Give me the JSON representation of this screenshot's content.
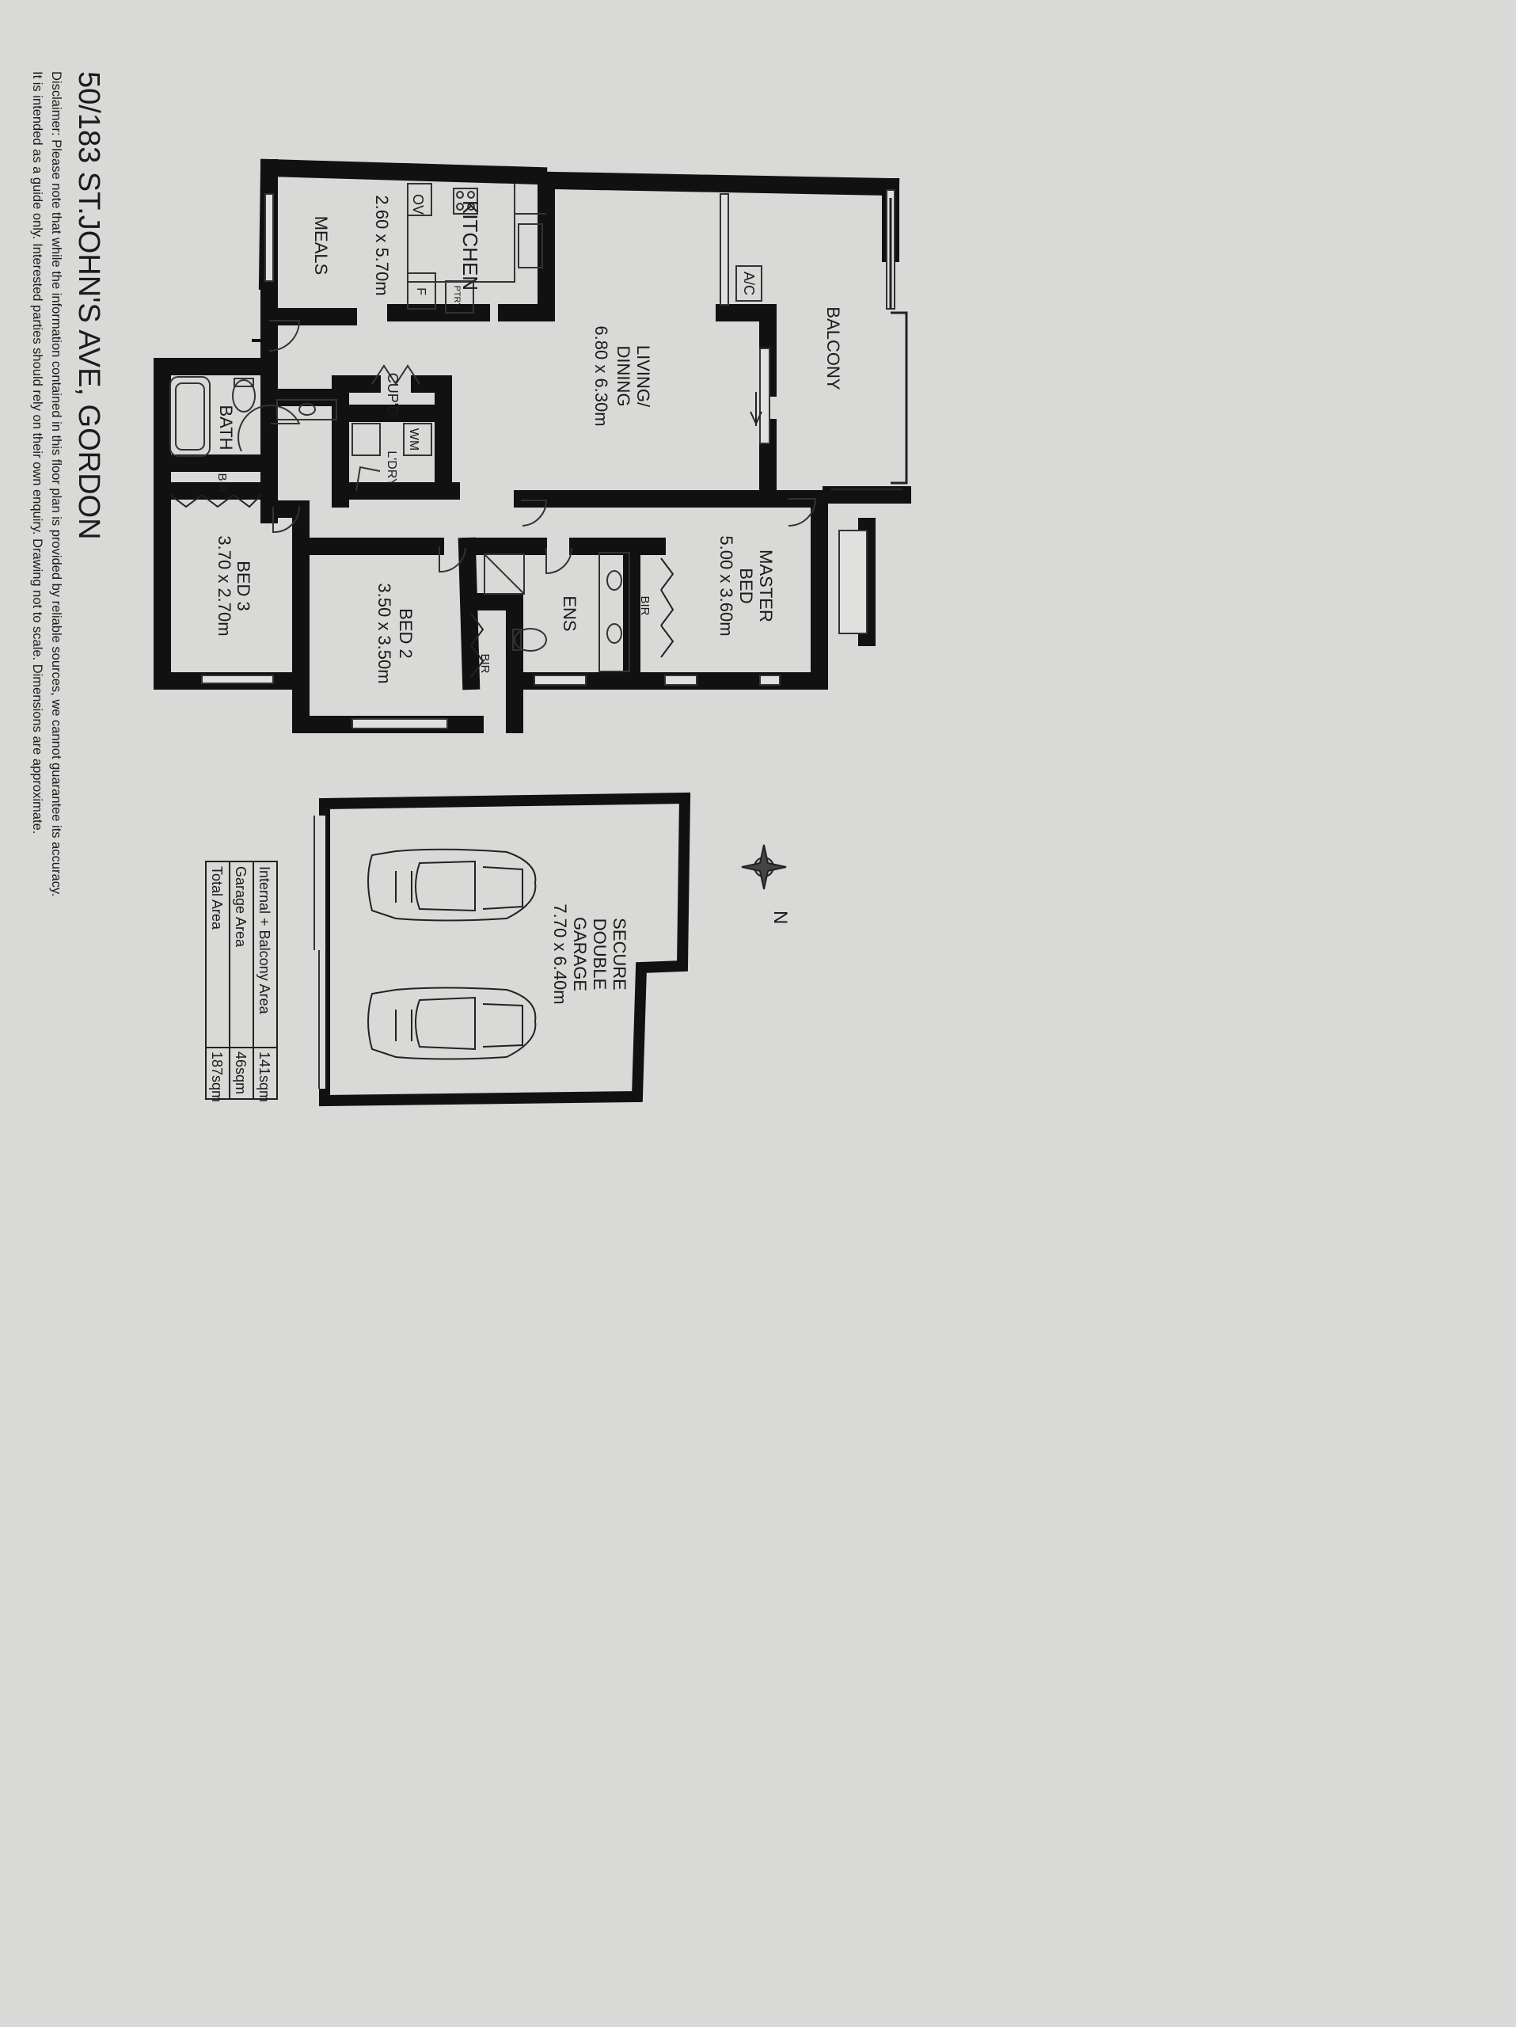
{
  "title": "50/183 ST.JOHN'S AVE, GORDON",
  "disclaimer": {
    "line1": "Disclaimer: Please note that while the information contained in this floor plan is provided by reliable sources, we cannot guarantee its accuracy.",
    "line2": "It is intended as a guide only. Interested parties should rely on their own enquiry. Drawing not to scale. Dimensions are approximate."
  },
  "rooms": {
    "meals": "MEALS",
    "kitchen": {
      "name": "KITCHEN",
      "size": "2.60 x 5.70m",
      "ov": "OV",
      "f": "F",
      "ptry": "PTRY"
    },
    "living": {
      "line1": "LIVING/",
      "line2": "DINING",
      "size": "6.80 x 6.30m"
    },
    "balcony": "BALCONY",
    "ac": "A/C",
    "cupd": "CUP'D",
    "wm": "WM",
    "ldry": "L'DRY",
    "bath": "BATH",
    "bed3": {
      "name": "BED 3",
      "size": "3.70 x 2.70m",
      "bir": "BIR"
    },
    "bed2": {
      "name": "BED 2",
      "size": "3.50 x 3.50m",
      "bir": "BIR"
    },
    "ens": "ENS",
    "master": {
      "line1": "MASTER",
      "line2": "BED",
      "size": "5.00 x 3.60m",
      "bir": "BIR"
    },
    "garage": {
      "line1": "SECURE",
      "line2": "DOUBLE",
      "line3": "GARAGE",
      "size": "7.70 x 6.40m"
    }
  },
  "compass_label": "N",
  "areas": [
    {
      "label": "Internal + Balcony Area",
      "value": "141sqm"
    },
    {
      "label": "Garage Area",
      "value": "46sqm"
    },
    {
      "label": "Total Area",
      "value": "187sqm"
    }
  ]
}
